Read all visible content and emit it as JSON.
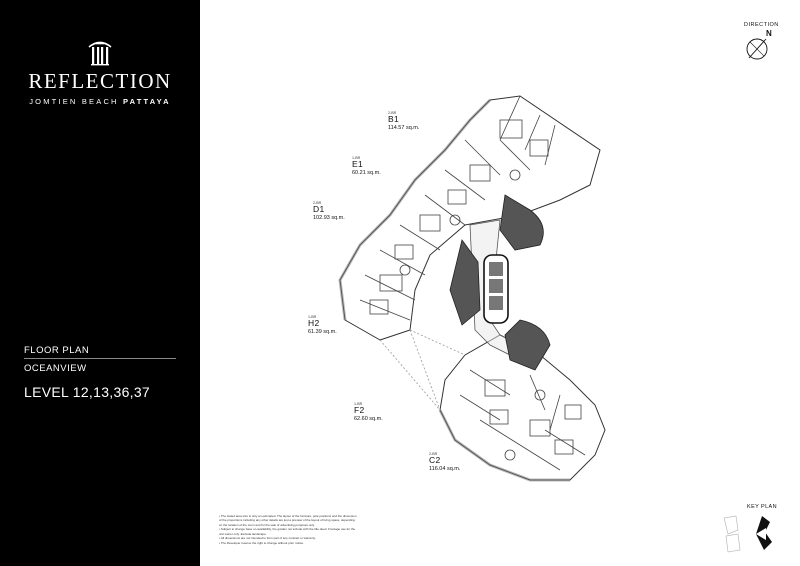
{
  "brand": {
    "name": "REFLECTION",
    "tagline_main": "JOMTIEN BEACH",
    "tagline_bold": "PATTAYA"
  },
  "sidebar": {
    "floor_plan_label": "FLOOR PLAN",
    "view_label": "OCEANVIEW",
    "level_label": "LEVEL 12,13,36,37"
  },
  "compass": {
    "direction_label": "DIRECTION",
    "north_label": "N"
  },
  "units": [
    {
      "beds": "2-BR",
      "code": "B1",
      "area": "114.57 sq.m."
    },
    {
      "beds": "1-BR",
      "code": "E1",
      "area": "60.21 sq.m."
    },
    {
      "beds": "2-BR",
      "code": "D1",
      "area": "102.93 sq.m."
    },
    {
      "beds": "1-BR",
      "code": "H2",
      "area": "61.39 sq.m."
    },
    {
      "beds": "1-BR",
      "code": "F2",
      "area": "62.60 sq.m."
    },
    {
      "beds": "2-BR",
      "code": "C2",
      "area": "116.04 sq.m."
    }
  ],
  "notes": [
    "• The stated area size is only an estimated. The layout of the furniture, pole positions and the dimension of the proportions including any other details are just a preview of the layout of living space, depending on the location of the room and for the sale of advertising purposes only.",
    "• Subject to change base on availability, the garden not include with the title deed. Frontage use for the unit owner only. Exclude landscape.",
    "• All dimensions are not intended to form part of any contract or warranty.",
    "• The Developer reserve the right to change without prior notice."
  ],
  "key_plan": {
    "label": "KEY PLAN"
  },
  "colors": {
    "sidebar_bg": "#000000",
    "page_bg": "#ffffff",
    "line": "#333333",
    "core_fill": "#555555"
  }
}
